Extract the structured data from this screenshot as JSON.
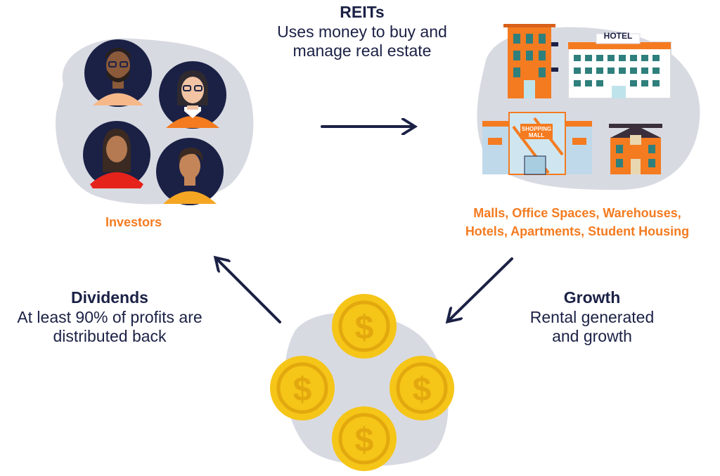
{
  "reits": {
    "title": "REITs",
    "desc_line1": "Uses money to buy and",
    "desc_line2": "manage real estate"
  },
  "investors": {
    "label": "Investors"
  },
  "properties": {
    "line1": "Malls, Office Spaces, Warehouses,",
    "line2": "Hotels, Apartments, Student Housing",
    "hotel_sign": "HOTEL",
    "mall_sign_line1": "SHOPPING",
    "mall_sign_line2": "MALL"
  },
  "dividends": {
    "title": "Dividends",
    "desc_line1": "At least 90% of profits are",
    "desc_line2": "distributed back"
  },
  "growth": {
    "title": "Growth",
    "desc_line1": "Rental generated",
    "desc_line2": "and growth"
  },
  "coins": {
    "symbol": "$"
  },
  "colors": {
    "navy": "#1b2145",
    "orange": "#f47b20",
    "blob": "#d8dae2",
    "gold": "#f5c518"
  }
}
